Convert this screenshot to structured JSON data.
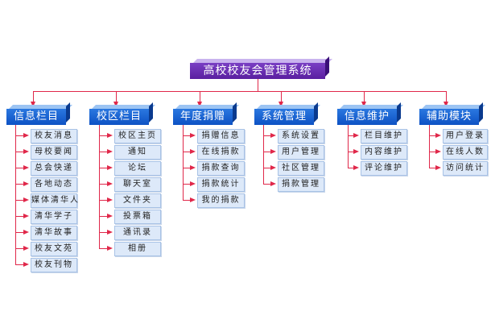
{
  "title": "高校校友会管理系统",
  "colors": {
    "root": "#5a1fa0",
    "category": "#0d52c4",
    "item": "#dde9f9",
    "connector": "#e0284a"
  },
  "categories": [
    {
      "label": "信息栏目",
      "items": [
        "校友消息",
        "母校要闻",
        "总会快递",
        "各地动态",
        "媒体清华人",
        "清华学子",
        "清华故事",
        "校友文苑",
        "校友刊物"
      ]
    },
    {
      "label": "校区栏目",
      "items": [
        "校区主页",
        "通知",
        "论坛",
        "聊天室",
        "文件夹",
        "投票箱",
        "通讯录",
        "相册"
      ]
    },
    {
      "label": "年度捐赠",
      "items": [
        "捐赠信息",
        "在线捐款",
        "捐款查询",
        "捐款统计",
        "我的捐款"
      ]
    },
    {
      "label": "系统管理",
      "items": [
        "系统设置",
        "用户管理",
        "社区管理",
        "捐款管理"
      ]
    },
    {
      "label": "信息维护",
      "items": [
        "栏目维护",
        "内容维护",
        "评论维护"
      ]
    },
    {
      "label": "辅助模块",
      "items": [
        "用户登录",
        "在线人数",
        "访问统计"
      ]
    }
  ]
}
